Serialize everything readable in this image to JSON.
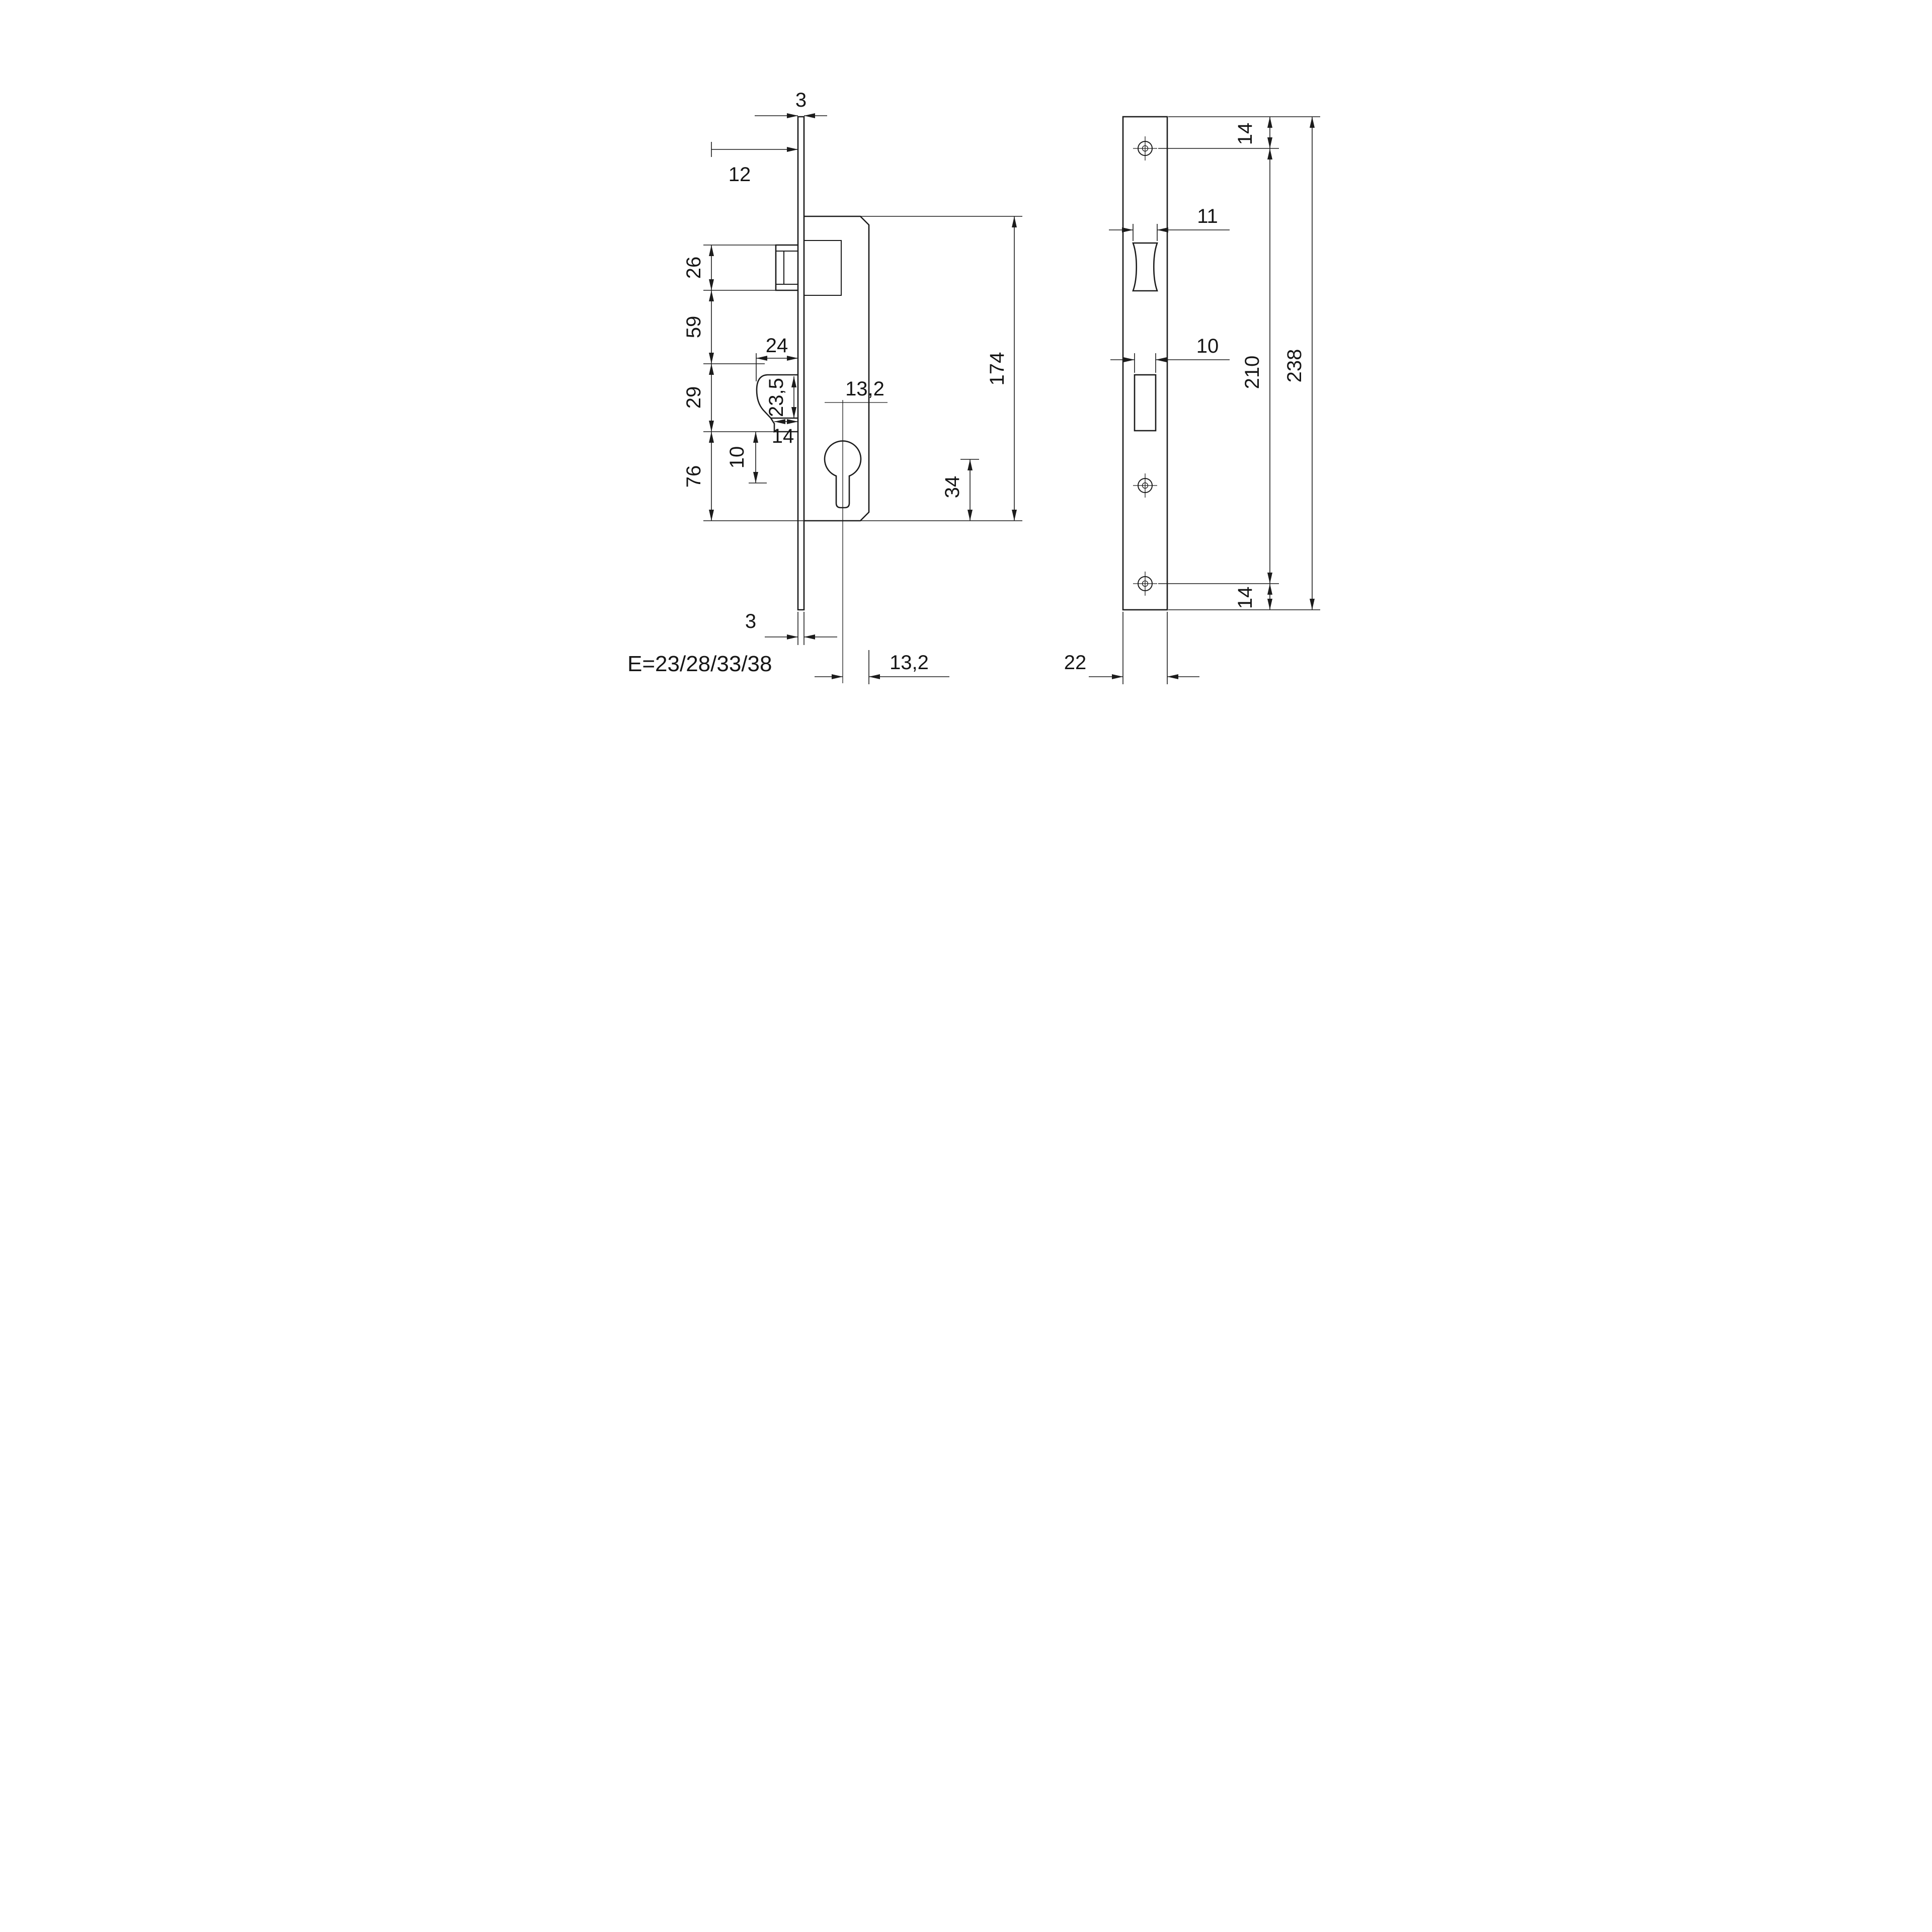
{
  "drawing": {
    "kind": "mortise-lock-dimension-drawing"
  },
  "dims": {
    "left": {
      "t3_top": "3",
      "t12": "12",
      "t26": "26",
      "t59": "59",
      "t24": "24",
      "t23_5": "23,5",
      "t29": "29",
      "t14_step": "14",
      "t10": "10",
      "t76": "76",
      "t13_2_case": "13,2",
      "t174": "174",
      "t34": "34",
      "t3_bottom": "3",
      "backset": "E=23/28/33/38",
      "t13_2_bottom": "13,2"
    },
    "right": {
      "t14_top": "14",
      "t11": "11",
      "t10": "10",
      "t210": "210",
      "t238": "238",
      "t14_bottom": "14",
      "t22": "22"
    }
  }
}
